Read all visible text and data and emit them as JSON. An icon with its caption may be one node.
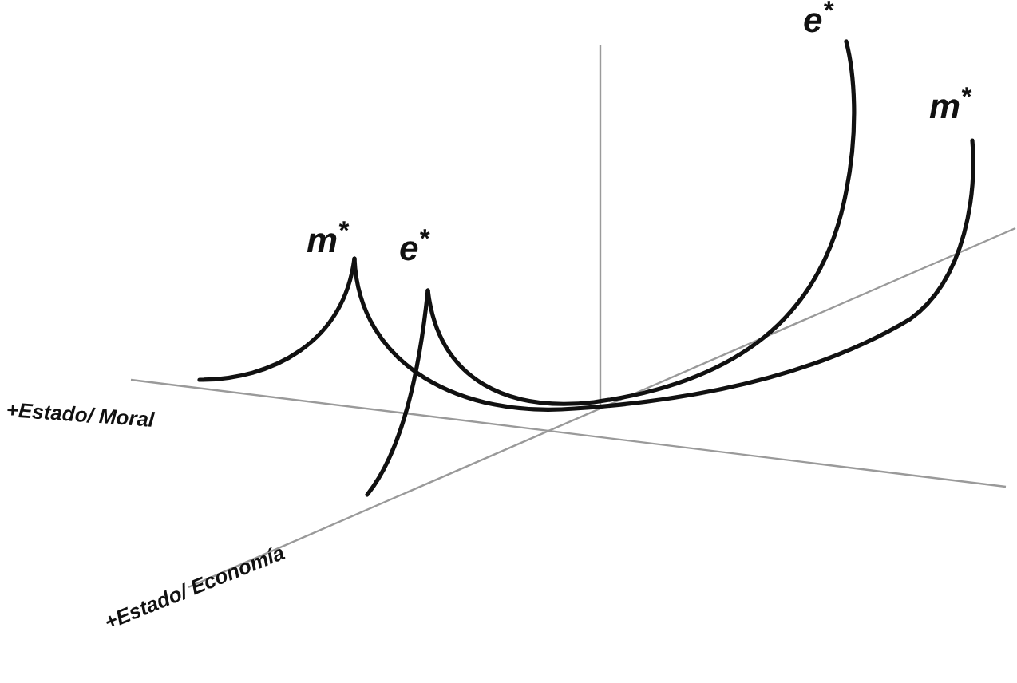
{
  "diagram": {
    "labels": [
      "e$^{*}$",
      "m$^{*}$",
      "m$^{*}$",
      "e$^{*}$",
      "+Estado/ Moral",
      "+Estado/ Economía"
    ]
  }
}
